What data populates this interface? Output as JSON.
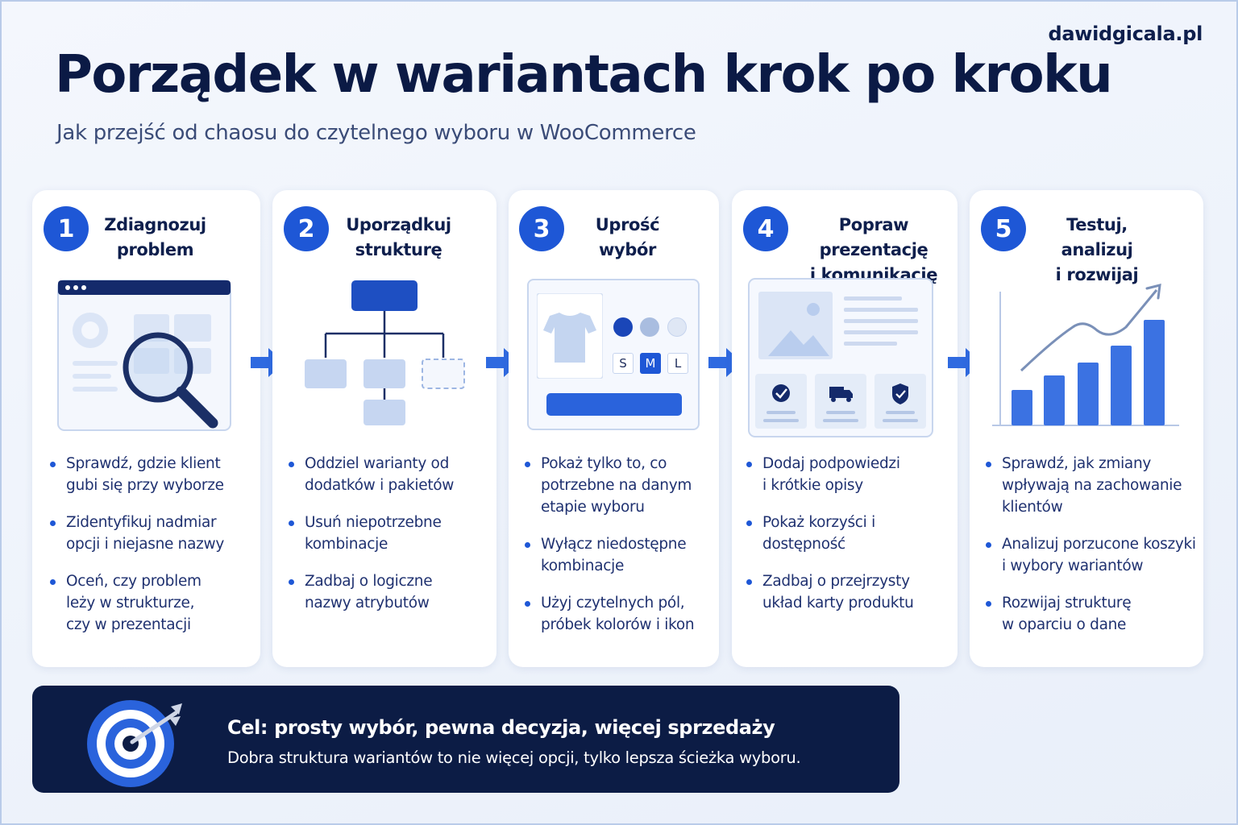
{
  "brand": "dawidgicala.pl",
  "header": {
    "title": "Porządek w wariantach krok po kroku",
    "subtitle": "Jak przejść od chaosu do czytelnego wyboru w WooCommerce"
  },
  "steps": [
    {
      "number": "1",
      "title_line1": "Zdiagnozuj",
      "title_line2": "problem",
      "bullets": [
        [
          "Sprawdź, gdzie klient",
          "gubi się przy wyborze"
        ],
        [
          "Zidentyfikuj nadmiar",
          "opcji i niejasne nazwy"
        ],
        [
          "Oceń, czy problem",
          "leży w strukturze,",
          "czy w prezentacji"
        ]
      ]
    },
    {
      "number": "2",
      "title_line1": "Uporządkuj",
      "title_line2": "strukturę",
      "bullets": [
        [
          "Oddziel warianty od",
          "dodatków i pakietów"
        ],
        [
          "Usuń niepotrzebne",
          "kombinacje"
        ],
        [
          "Zadbaj o logiczne",
          "nazwy atrybutów"
        ]
      ]
    },
    {
      "number": "3",
      "title_line1": "Uprość",
      "title_line2": "wybór",
      "size_options": [
        "S",
        "M",
        "L"
      ],
      "bullets": [
        [
          "Pokaż tylko to, co",
          "potrzebne na danym",
          "etapie wyboru"
        ],
        [
          "Wyłącz niedostępne",
          "kombinacje"
        ],
        [
          "Użyj czytelnych pól,",
          "próbek kolorów i ikon"
        ]
      ]
    },
    {
      "number": "4",
      "title_line1": "Popraw prezentację",
      "title_line2": "i komunikację",
      "bullets": [
        [
          "Dodaj podpowiedzi",
          "i krótkie opisy"
        ],
        [
          "Pokaż korzyści i dostępność"
        ],
        [
          "Zadbaj o przejrzysty",
          "układ karty produktu"
        ]
      ]
    },
    {
      "number": "5",
      "title_line1": "Testuj, analizuj",
      "title_line2": "i rozwijaj",
      "bullets": [
        [
          "Sprawdź, jak zmiany",
          "wpływają na zachowanie",
          "klientów"
        ],
        [
          "Analizuj porzucone koszyki",
          "i wybory wariantów"
        ],
        [
          "Rozwijaj strukturę",
          "w oparciu o dane"
        ]
      ]
    }
  ],
  "goal": {
    "title": "Cel: prosty wybór, pewna decyzja, więcej sprzedaży",
    "text": "Dobra struktura wariantów to nie więcej opcji, tylko lepsza ścieżka wyboru."
  },
  "colors": {
    "accent": "#1e57d6",
    "navy": "#0c1c45",
    "light_blue": "#c6d6f1"
  }
}
